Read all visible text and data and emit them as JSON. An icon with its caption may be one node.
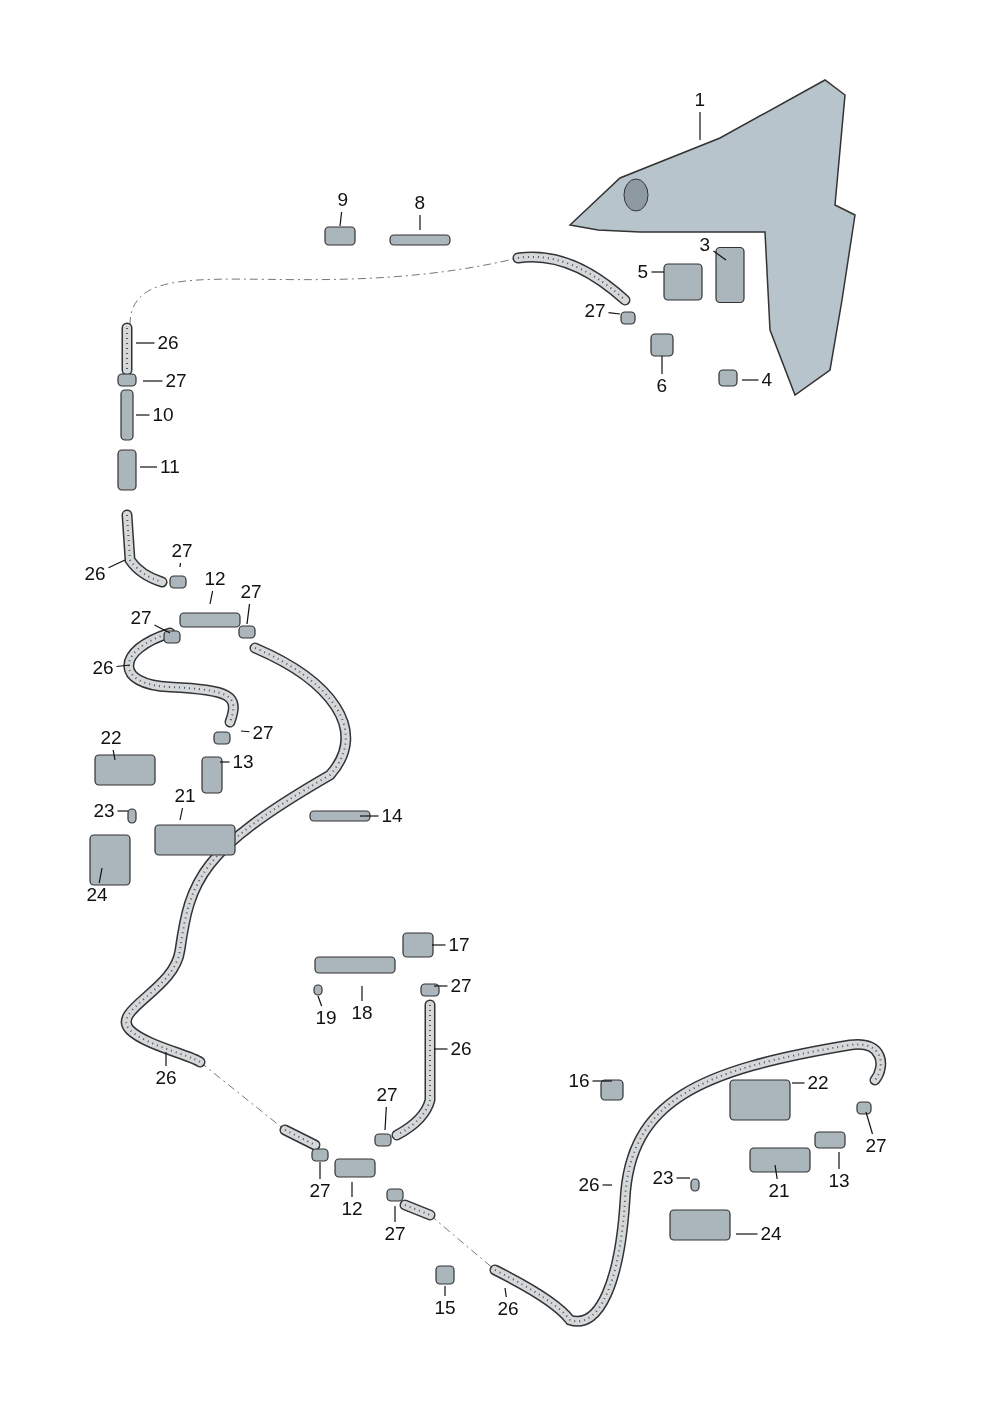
{
  "diagram": {
    "nodes": [
      {
        "text": [
          "1"
        ]
      },
      {
        "text": [
          "9"
        ]
      },
      {
        "text": [
          "8"
        ]
      },
      {
        "text": [
          "3"
        ]
      },
      {
        "text": [
          "5"
        ]
      },
      {
        "text": [
          "27"
        ]
      },
      {
        "text": [
          "26"
        ]
      },
      {
        "text": [
          "27"
        ]
      },
      {
        "text": [
          "10"
        ]
      },
      {
        "text": [
          "4"
        ]
      },
      {
        "text": [
          "6"
        ]
      },
      {
        "text": [
          "11"
        ]
      },
      {
        "text": [
          "27"
        ]
      },
      {
        "text": [
          "12"
        ]
      },
      {
        "text": [
          "26"
        ]
      },
      {
        "text": [
          "27"
        ]
      },
      {
        "text": [
          "27"
        ]
      },
      {
        "text": [
          "26"
        ]
      },
      {
        "text": [
          "27"
        ]
      },
      {
        "text": [
          "22"
        ]
      },
      {
        "text": [
          "13"
        ]
      },
      {
        "text": [
          "21"
        ]
      },
      {
        "text": [
          "23"
        ]
      },
      {
        "text": [
          "14"
        ]
      },
      {
        "text": [
          "24"
        ]
      },
      {
        "text": [
          "17"
        ]
      },
      {
        "text": [
          "27"
        ]
      },
      {
        "text": [
          "19"
        ]
      },
      {
        "text": [
          "18"
        ]
      },
      {
        "text": [
          "26"
        ]
      },
      {
        "text": [
          "26"
        ]
      },
      {
        "text": [
          "16"
        ]
      },
      {
        "text": [
          "22"
        ]
      },
      {
        "text": [
          "27"
        ]
      },
      {
        "text": [
          "27"
        ]
      },
      {
        "text": [
          "23"
        ]
      },
      {
        "text": [
          "13"
        ]
      },
      {
        "text": [
          "26"
        ]
      },
      {
        "text": [
          "21"
        ]
      },
      {
        "text": [
          "27"
        ]
      },
      {
        "text": [
          "12"
        ]
      },
      {
        "text": [
          "27"
        ]
      },
      {
        "text": [
          "24"
        ]
      },
      {
        "text": [
          "15"
        ]
      },
      {
        "text": [
          "26"
        ]
      }
    ],
    "edges": [
      {
        "from": 0,
        "to": null,
        "arrow": "none"
      },
      {
        "from": 1,
        "to": null,
        "arrow": "none"
      },
      {
        "from": 2,
        "to": null,
        "arrow": "none"
      },
      {
        "from": 3,
        "to": null,
        "arrow": "none"
      },
      {
        "from": 4,
        "to": null,
        "arrow": "none"
      },
      {
        "from": 5,
        "to": null,
        "arrow": "none"
      },
      {
        "from": 6,
        "to": null,
        "arrow": "none"
      },
      {
        "from": 7,
        "to": null,
        "arrow": "none"
      },
      {
        "from": 8,
        "to": null,
        "arrow": "none"
      },
      {
        "from": 9,
        "to": null,
        "arrow": "none"
      },
      {
        "from": 10,
        "to": null,
        "arrow": "none"
      },
      {
        "from": 11,
        "to": null,
        "arrow": "none"
      },
      {
        "from": 12,
        "to": null,
        "arrow": "none"
      },
      {
        "from": 13,
        "to": null,
        "arrow": "none"
      },
      {
        "from": 14,
        "to": null,
        "arrow": "none"
      },
      {
        "from": 15,
        "to": null,
        "arrow": "none"
      },
      {
        "from": 16,
        "to": null,
        "arrow": "none"
      },
      {
        "from": 17,
        "to": null,
        "arrow": "none"
      },
      {
        "from": 18,
        "to": null,
        "arrow": "none"
      },
      {
        "from": 19,
        "to": null,
        "arrow": "none"
      },
      {
        "from": 20,
        "to": null,
        "arrow": "none"
      },
      {
        "from": 21,
        "to": null,
        "arrow": "none"
      },
      {
        "from": 22,
        "to": null,
        "arrow": "none"
      },
      {
        "from": 23,
        "to": null,
        "arrow": "none"
      },
      {
        "from": 24,
        "to": null,
        "arrow": "none"
      },
      {
        "from": 25,
        "to": null,
        "arrow": "none"
      },
      {
        "from": 26,
        "to": null,
        "arrow": "none"
      },
      {
        "from": 27,
        "to": null,
        "arrow": "none"
      },
      {
        "from": 28,
        "to": null,
        "arrow": "none"
      },
      {
        "from": 29,
        "to": null,
        "arrow": "none"
      },
      {
        "from": 30,
        "to": null,
        "arrow": "none"
      },
      {
        "from": 31,
        "to": null,
        "arrow": "none"
      },
      {
        "from": 32,
        "to": null,
        "arrow": "none"
      },
      {
        "from": 33,
        "to": null,
        "arrow": "none"
      },
      {
        "from": 34,
        "to": null,
        "arrow": "none"
      },
      {
        "from": 35,
        "to": null,
        "arrow": "none"
      },
      {
        "from": 36,
        "to": null,
        "arrow": "none"
      },
      {
        "from": 37,
        "to": null,
        "arrow": "none"
      },
      {
        "from": 38,
        "to": null,
        "arrow": "none"
      },
      {
        "from": 39,
        "to": null,
        "arrow": "none"
      },
      {
        "from": 40,
        "to": null,
        "arrow": "none"
      },
      {
        "from": 41,
        "to": null,
        "arrow": "none"
      },
      {
        "from": 42,
        "to": null,
        "arrow": "none"
      },
      {
        "from": 43,
        "to": null,
        "arrow": "none"
      },
      {
        "from": 44,
        "to": null,
        "arrow": "none"
      }
    ]
  }
}
